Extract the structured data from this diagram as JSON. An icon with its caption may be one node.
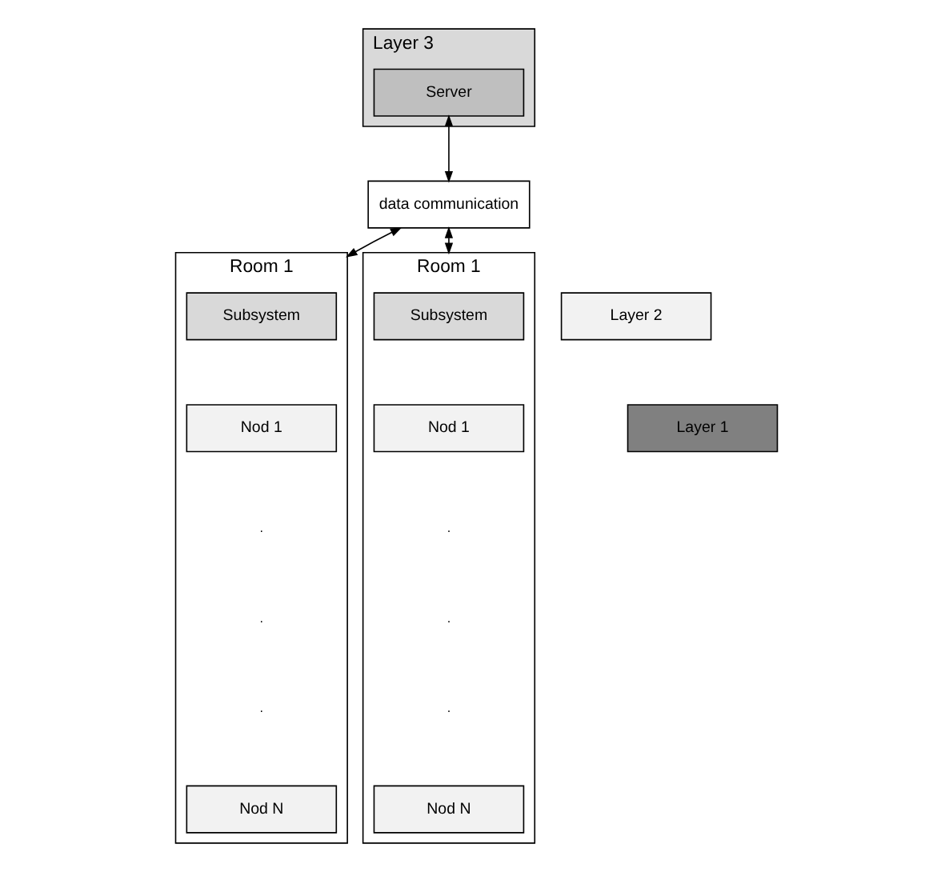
{
  "diagram": {
    "nodes": [
      {
        "text": [
          "Layer 3"
        ]
      },
      {
        "text": [
          "Server"
        ],
        "in": 0
      },
      {
        "text": [
          "data communication"
        ]
      },
      {
        "text": [
          "Layer 2"
        ]
      },
      {
        "text": [
          "Layer 1"
        ]
      },
      {
        "text": [
          "Room 1"
        ]
      },
      {
        "text": [
          "Subsystem"
        ],
        "in": 5
      },
      {
        "text": [
          "Nod 1"
        ],
        "in": 5
      },
      {
        "text": [
          "Nod N"
        ],
        "in": 5
      },
      {
        "text": [
          "Room 1"
        ]
      },
      {
        "text": [
          "Subsystem"
        ],
        "in": 9
      },
      {
        "text": [
          "Nod 1"
        ],
        "in": 9
      },
      {
        "text": [
          "Nod N"
        ],
        "in": 9
      }
    ],
    "edges": [
      {
        "from": 1,
        "to": 2,
        "arrow": "both"
      },
      {
        "from": 2,
        "to": 5,
        "arrow": "both"
      },
      {
        "from": 2,
        "to": 9,
        "arrow": "both"
      }
    ],
    "labels": [
      ".",
      ".",
      ".",
      ".",
      ".",
      "."
    ]
  }
}
